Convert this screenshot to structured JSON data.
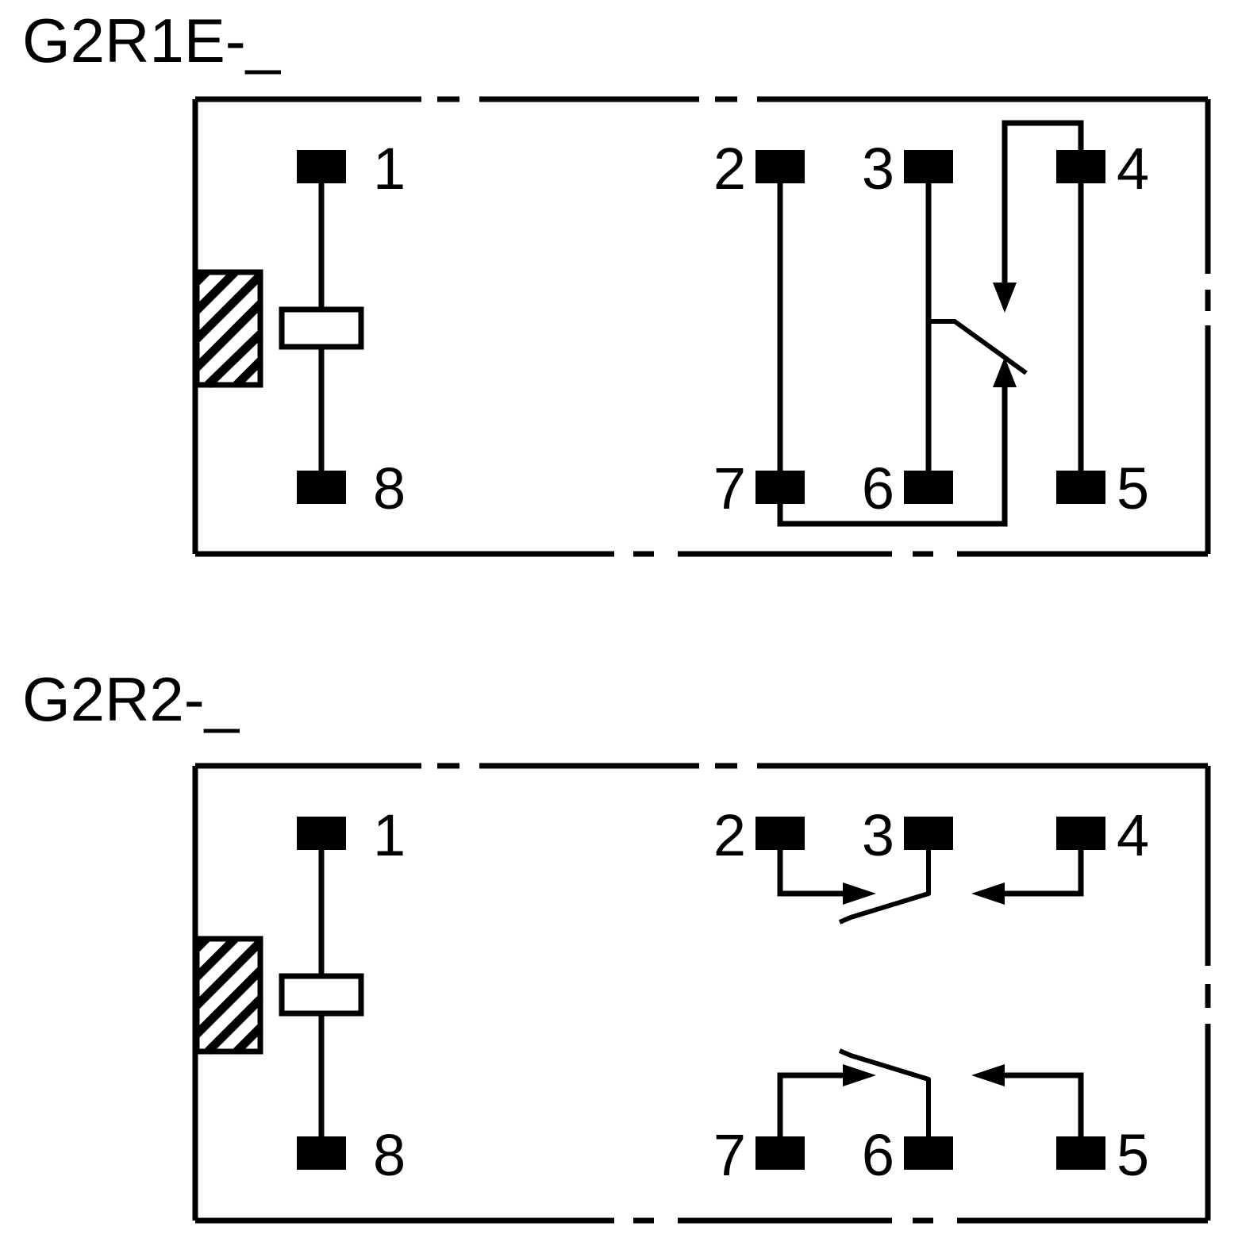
{
  "colors": {
    "ink": "#000000",
    "paper": "#ffffff"
  },
  "diagrams": [
    {
      "title": "G2R1E-_",
      "pins": {
        "p1": "1",
        "p2": "2",
        "p3": "3",
        "p4": "4",
        "p5": "5",
        "p6": "6",
        "p7": "7",
        "p8": "8"
      }
    },
    {
      "title": "G2R2-_",
      "pins": {
        "p1": "1",
        "p2": "2",
        "p3": "3",
        "p4": "4",
        "p5": "5",
        "p6": "6",
        "p7": "7",
        "p8": "8"
      }
    }
  ]
}
